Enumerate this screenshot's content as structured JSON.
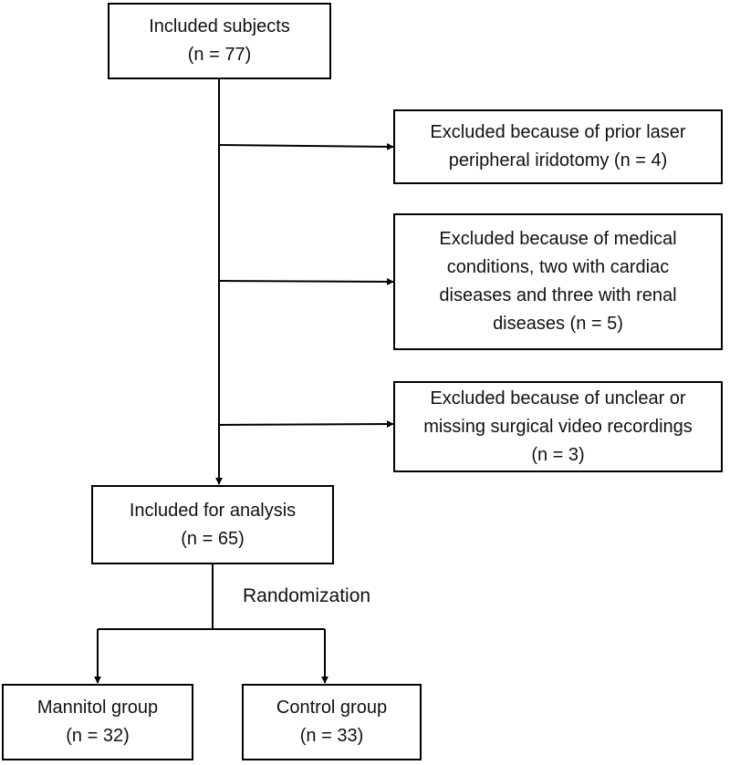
{
  "boxes": {
    "included": {
      "line1": "Included subjects",
      "line2": "(n = 77)"
    },
    "excl_lpi": {
      "line1": "Excluded because of prior laser",
      "line2": "peripheral iridotomy (n = 4)"
    },
    "excl_medical": {
      "line1": "Excluded because of medical",
      "line2": "conditions, two with cardiac",
      "line3": "diseases and three with renal",
      "line4": "diseases (n = 5)"
    },
    "excl_video": {
      "line1": "Excluded because of unclear or",
      "line2": "missing surgical video recordings",
      "line3": "(n = 3)"
    },
    "analysis": {
      "line1": "Included for analysis",
      "line2": "(n = 65)"
    },
    "mannitol": {
      "line1": "Mannitol group",
      "line2": "(n = 32)"
    },
    "control": {
      "line1": "Control group",
      "line2": "(n = 33)"
    }
  },
  "randomization_label": "Randomization"
}
